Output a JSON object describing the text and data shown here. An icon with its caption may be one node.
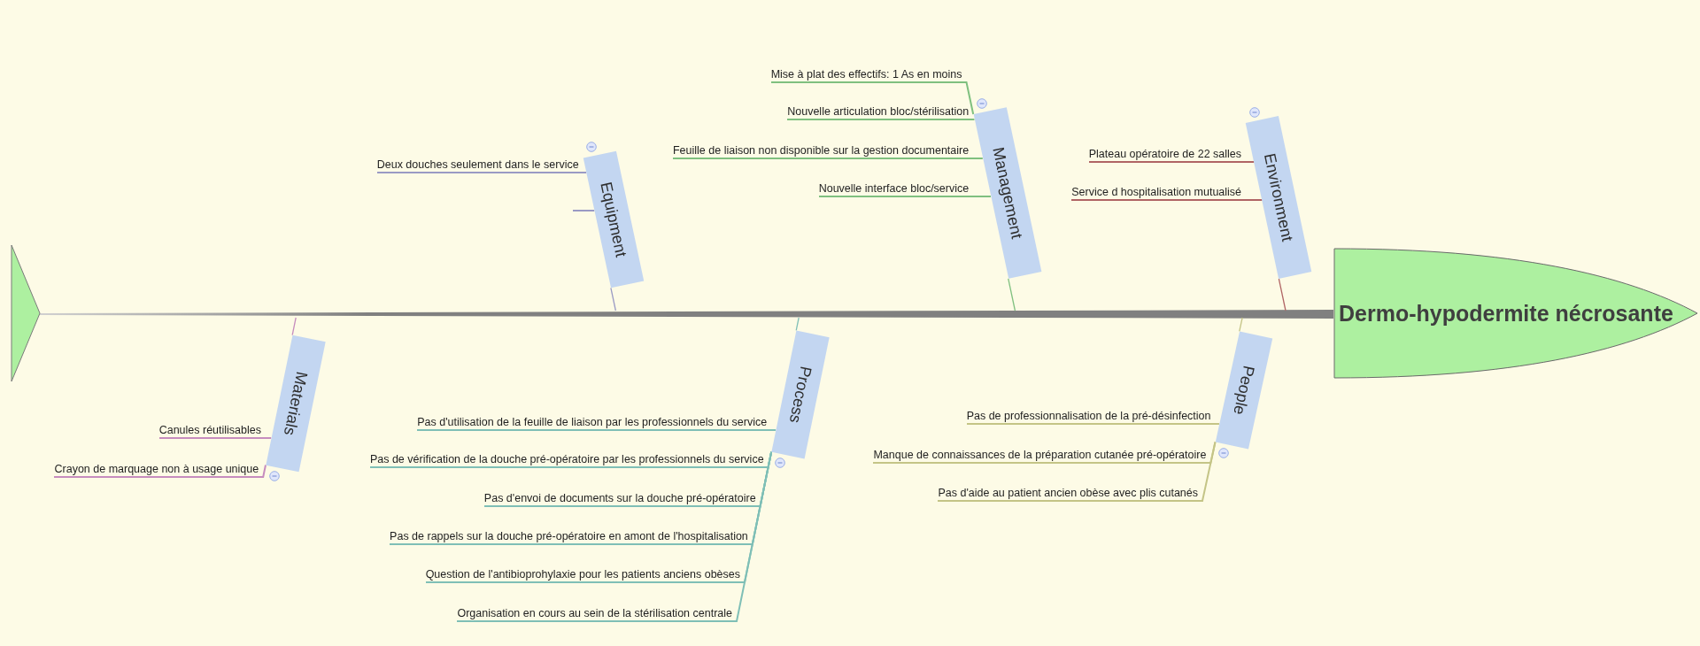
{
  "diagram": {
    "nodes": [
      {
        "text": [],
        "shape": "triangle"
      },
      {
        "text": [
          "Equipment"
        ]
      },
      {
        "text": [
          "Deux douches seulement dans le service"
        ]
      },
      {
        "text": [
          "Management"
        ]
      },
      {
        "text": [
          "Mise à plat des effectifs: 1 As en moins"
        ]
      },
      {
        "text": [
          "Nouvelle articulation bloc/stérilisation"
        ]
      },
      {
        "text": [
          "Feuille de liaison non disponible sur la gestion documentaire"
        ]
      },
      {
        "text": [
          "Nouvelle interface bloc/service"
        ]
      },
      {
        "text": [
          "Environment"
        ]
      },
      {
        "text": [
          "Plateau opératoire de 22 salles"
        ]
      },
      {
        "text": [
          "Service d hospitalisation mutualisé"
        ]
      },
      {
        "text": [
          "Dermo-hypodermite nécrosante"
        ]
      },
      {
        "text": [
          "Materials"
        ]
      },
      {
        "text": [
          "Canules réutilisables"
        ]
      },
      {
        "text": [
          "Crayon de marquage non à usage unique"
        ]
      },
      {
        "text": [
          "Process"
        ]
      },
      {
        "text": [
          "Pas d'utilisation de la feuille de liaison par les professionnels du service"
        ]
      },
      {
        "text": [
          "Pas de vérification de la douche pré-opératoire par les professionnels du service"
        ]
      },
      {
        "text": [
          "Pas d'envoi de documents sur la douche pré-opératoire"
        ]
      },
      {
        "text": [
          "Pas de rappels sur la douche pré-opératoire en amont de l'hospitalisation"
        ]
      },
      {
        "text": [
          "Question de l'antibioprohylaxie pour les patients anciens obèses"
        ]
      },
      {
        "text": [
          "Organisation en cours au sein de la stérilisation centrale"
        ]
      },
      {
        "text": [
          "People"
        ]
      },
      {
        "text": [
          "Pas de professionnalisation de la pré-désinfection"
        ]
      },
      {
        "text": [
          "Manque de connaissances de la préparation cutanée pré-opératoire"
        ]
      },
      {
        "text": [
          "Pas d'aide au patient ancien obèse avec plis cutanés"
        ]
      }
    ],
    "edges": [
      {
        "from": 0,
        "to": 11,
        "arrow": "none",
        "style": "thick",
        "color": "#808080"
      },
      {
        "from": 1,
        "to": null,
        "arrow": "none",
        "color": "#9a9ac4"
      },
      {
        "from": 2,
        "to": 1,
        "arrow": "none",
        "color": "#9a9ac4"
      },
      {
        "from": 3,
        "to": null,
        "arrow": "none",
        "color": "#7fc07f"
      },
      {
        "from": 4,
        "to": 3,
        "arrow": "none",
        "color": "#7fc07f"
      },
      {
        "from": 5,
        "to": 3,
        "arrow": "none",
        "color": "#7fc07f"
      },
      {
        "from": 6,
        "to": 3,
        "arrow": "none",
        "color": "#7fc07f"
      },
      {
        "from": 7,
        "to": 3,
        "arrow": "none",
        "color": "#7fc07f"
      },
      {
        "from": 8,
        "to": null,
        "arrow": "none",
        "color": "#b06464"
      },
      {
        "from": 9,
        "to": 8,
        "arrow": "none",
        "color": "#b06464"
      },
      {
        "from": 10,
        "to": 8,
        "arrow": "none",
        "color": "#b06464"
      },
      {
        "from": 12,
        "to": null,
        "arrow": "none",
        "color": "#c68cbe"
      },
      {
        "from": 13,
        "to": 12,
        "arrow": "none",
        "color": "#c68cbe"
      },
      {
        "from": 14,
        "to": 12,
        "arrow": "none",
        "color": "#c68cbe"
      },
      {
        "from": 15,
        "to": null,
        "arrow": "none",
        "color": "#7fbfb6"
      },
      {
        "from": 16,
        "to": 15,
        "arrow": "none",
        "color": "#7fbfb6"
      },
      {
        "from": 17,
        "to": 15,
        "arrow": "none",
        "color": "#7fbfb6"
      },
      {
        "from": 18,
        "to": 15,
        "arrow": "none",
        "color": "#7fbfb6"
      },
      {
        "from": 19,
        "to": 15,
        "arrow": "none",
        "color": "#7fbfb6"
      },
      {
        "from": 20,
        "to": 15,
        "arrow": "none",
        "color": "#7fbfb6"
      },
      {
        "from": 21,
        "to": 15,
        "arrow": "none",
        "color": "#7fbfb6"
      },
      {
        "from": 22,
        "to": null,
        "arrow": "none",
        "color": "#c4c486"
      },
      {
        "from": 23,
        "to": 22,
        "arrow": "none",
        "color": "#c4c486"
      },
      {
        "from": 24,
        "to": 22,
        "arrow": "none",
        "color": "#c4c486"
      },
      {
        "from": 25,
        "to": 22,
        "arrow": "none",
        "color": "#c4c486"
      }
    ]
  }
}
